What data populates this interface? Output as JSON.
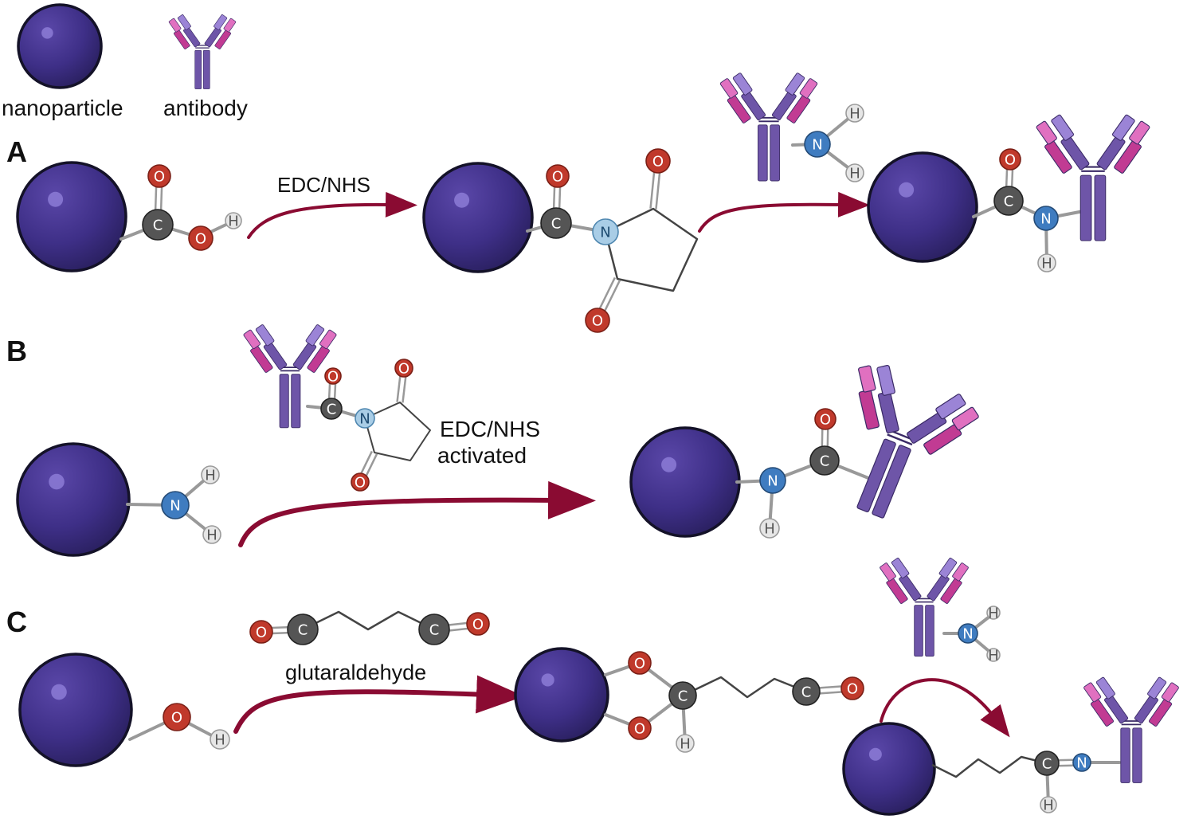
{
  "legend": {
    "nanoparticle": "nanoparticle",
    "antibody": "antibody"
  },
  "panels": {
    "a": {
      "letter": "A",
      "reagent": "EDC/NHS"
    },
    "b": {
      "letter": "B",
      "reagent_line1": "EDC/NHS",
      "reagent_line2": "activated"
    },
    "c": {
      "letter": "C",
      "reagent": "glutaraldehyde"
    }
  },
  "atoms": {
    "oxygen": "O",
    "carbon": "C",
    "nitrogen": "N",
    "hydrogen": "H"
  },
  "colors": {
    "nanoparticle": "#3e2f87",
    "nanoparticle_edge": "#141228",
    "arrow": "#8a0b32",
    "oxygen": "#c0392b",
    "carbon": "#555555",
    "nitrogen_dark": "#3f7cc0",
    "nitrogen_light": "#a9cde6",
    "hydrogen": "#e6e6e6",
    "antibody_heavy": "#6e55a8",
    "antibody_light": "#9b84d6",
    "antibody_magenta": "#c13b93",
    "antibody_pink": "#e070c0"
  }
}
